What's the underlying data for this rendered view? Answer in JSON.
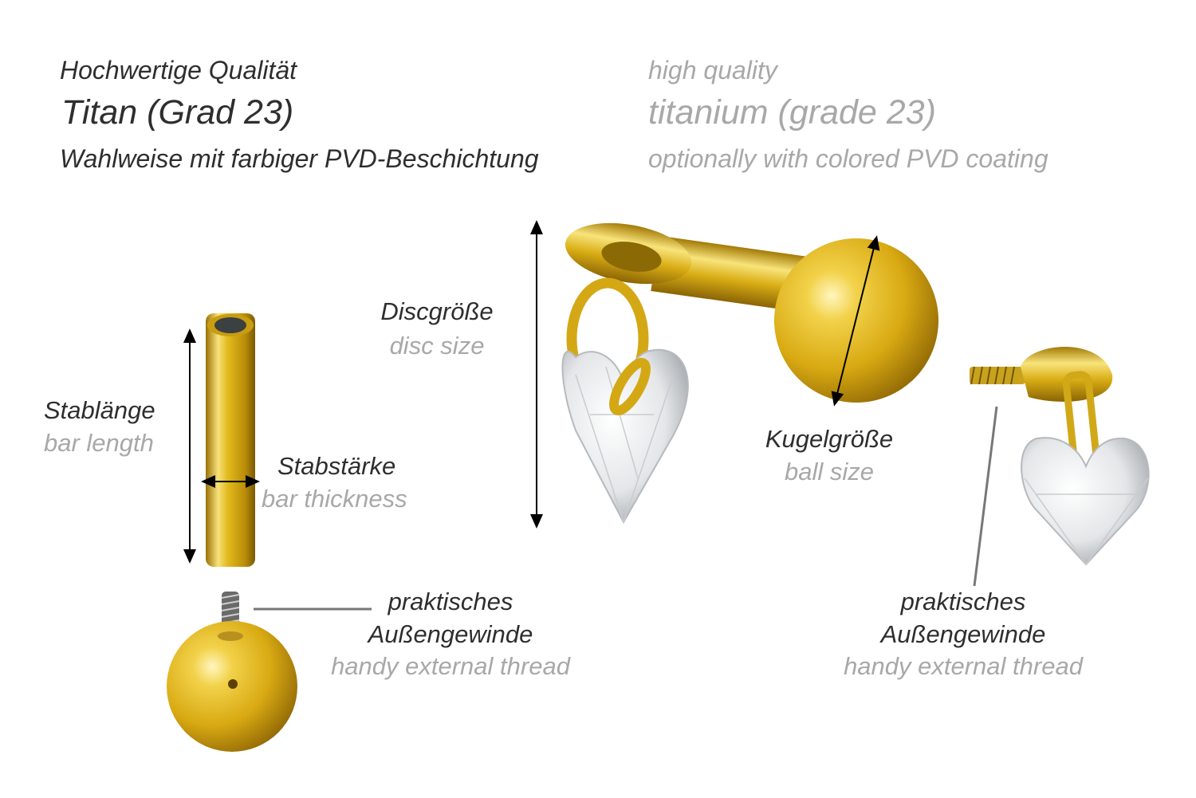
{
  "header_de": {
    "line1": "Hochwertige Qualität",
    "line2": "Titan (Grad 23)",
    "line3": "Wahlweise mit farbiger PVD-Beschichtung"
  },
  "header_en": {
    "line1": "high quality",
    "line2": "titanium (grade 23)",
    "line3": "optionally with colored PVD coating"
  },
  "labels": {
    "disc_size": {
      "de": "Discgröße",
      "en": "disc size"
    },
    "bar_length": {
      "de": "Stablänge",
      "en": "bar length"
    },
    "bar_thickness": {
      "de": "Stabstärke",
      "en": "bar thickness"
    },
    "ball_size": {
      "de": "Kugelgröße",
      "en": "ball size"
    },
    "thread_left": {
      "de1": "praktisches",
      "de2": "Außengewinde",
      "en": "handy external thread"
    },
    "thread_right": {
      "de1": "praktisches",
      "de2": "Außengewinde",
      "en": "handy external thread"
    }
  },
  "colors": {
    "gold": "#e2b91c",
    "dark_text": "#2e2e2e",
    "light_text": "#a8a8a8"
  }
}
